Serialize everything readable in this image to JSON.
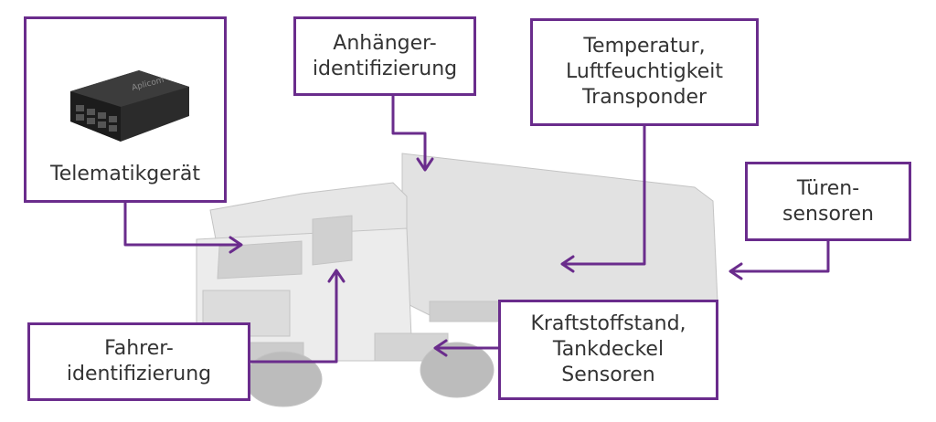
{
  "colors": {
    "accent": "#6a2c8c",
    "text": "#333333",
    "truck": "#d6d6d6"
  },
  "callouts": {
    "telematik": {
      "lines": [
        "Telematikgerät"
      ],
      "icon": "telematics-device-icon",
      "device_brand": "Aplicom"
    },
    "anhaenger": {
      "lines": [
        "Anhänger-",
        "identifizierung"
      ]
    },
    "temperatur": {
      "lines": [
        "Temperatur,",
        "Luftfeuchtigkeit",
        "Transponder"
      ]
    },
    "tueren": {
      "lines": [
        "Türen-",
        "sensoren"
      ]
    },
    "fahrer": {
      "lines": [
        "Fahrer-",
        "identifizierung"
      ]
    },
    "kraftstoff": {
      "lines": [
        "Kraftstoffstand,",
        "Tankdeckel",
        "Sensoren"
      ]
    }
  }
}
